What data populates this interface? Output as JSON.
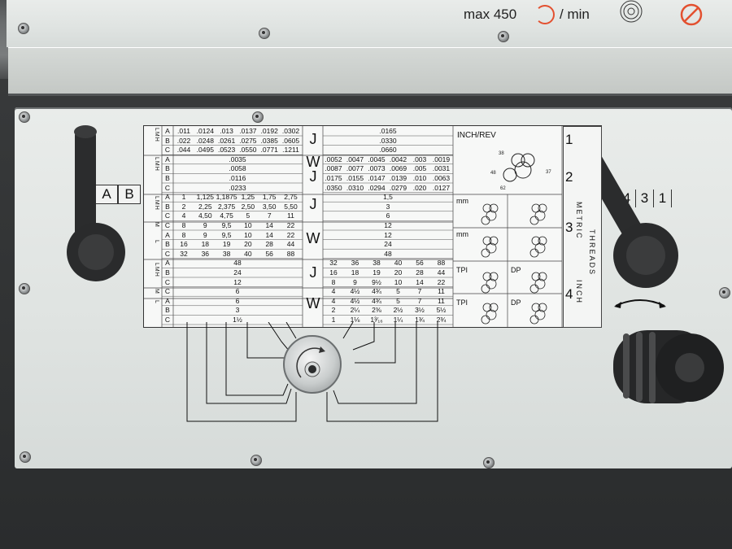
{
  "speed": {
    "prefix": "max 450",
    "unit": "/ min"
  },
  "lever_left": {
    "letters": [
      "A",
      "B"
    ]
  },
  "lever_right": {
    "numbers": [
      "4",
      "3",
      "1"
    ]
  },
  "gear_nums": [
    "1",
    "2",
    "3",
    "4"
  ],
  "gear_labels": {
    "metric": "METRIC",
    "threads": "THREADS",
    "inch": "INCH"
  },
  "inch_rev": "INCH/REV",
  "units": {
    "mm": "mm",
    "tpi": "TPI",
    "dp": "DP"
  },
  "left_table": {
    "groups": [
      "LMH",
      "LMH",
      "LMH",
      "M",
      "L",
      "LMH",
      "M",
      "L"
    ],
    "rows": [
      [
        "A",
        ".011",
        ".0124",
        ".013",
        ".0137",
        ".0192",
        ".0302"
      ],
      [
        "B",
        ".022",
        ".0248",
        ".0261",
        ".0275",
        ".0385",
        ".0605"
      ],
      [
        "C",
        ".044",
        ".0495",
        ".0523",
        ".0550",
        ".0771",
        ".1211"
      ],
      [
        "A",
        ".0035"
      ],
      [
        "B",
        ".0058"
      ],
      [
        "B",
        ".0116"
      ],
      [
        "C",
        ".0233"
      ],
      [
        "A",
        "1",
        "1,125",
        "1,1875",
        "1,25",
        "1,75",
        "2,75"
      ],
      [
        "B",
        "2",
        "2,25",
        "2,375",
        "2,50",
        "3,50",
        "5,50"
      ],
      [
        "C",
        "4",
        "4,50",
        "4,75",
        "5",
        "7",
        "11"
      ],
      [
        "C",
        "8",
        "9",
        "9,5",
        "10",
        "14",
        "22"
      ],
      [
        "A",
        "8",
        "9",
        "9,5",
        "10",
        "14",
        "22"
      ],
      [
        "B",
        "16",
        "18",
        "19",
        "20",
        "28",
        "44"
      ],
      [
        "C",
        "32",
        "36",
        "38",
        "40",
        "56",
        "88"
      ],
      [
        "A",
        "48"
      ],
      [
        "B",
        "24"
      ],
      [
        "C",
        "12"
      ],
      [
        "C",
        "6"
      ],
      [
        "A",
        "6"
      ],
      [
        "B",
        "3"
      ],
      [
        "C",
        "1½"
      ]
    ]
  },
  "mid_letters": [
    "J",
    "W",
    "J",
    "J",
    "W",
    "J",
    "W"
  ],
  "right_table": {
    "rows": [
      [
        ".0165"
      ],
      [
        ".0330"
      ],
      [
        ".0660"
      ],
      [
        ".0052",
        ".0047",
        ".0045",
        ".0042",
        ".003",
        ".0019"
      ],
      [
        ".0087",
        ".0077",
        ".0073",
        ".0069",
        ".005",
        ".0031"
      ],
      [
        ".0175",
        ".0155",
        ".0147",
        ".0139",
        ".010",
        ".0063"
      ],
      [
        ".0350",
        ".0310",
        ".0294",
        ".0279",
        ".020",
        ".0127"
      ],
      [
        "1,5"
      ],
      [
        "3"
      ],
      [
        "6"
      ],
      [
        "12"
      ],
      [
        "12"
      ],
      [
        "24"
      ],
      [
        "48"
      ],
      [
        "32",
        "36",
        "38",
        "40",
        "56",
        "88"
      ],
      [
        "16",
        "18",
        "19",
        "20",
        "28",
        "44"
      ],
      [
        "8",
        "9",
        "9½",
        "10",
        "14",
        "22"
      ],
      [
        "4",
        "4½",
        "4¾",
        "5",
        "7",
        "11"
      ],
      [
        "4",
        "4½",
        "4¾",
        "5",
        "7",
        "11"
      ],
      [
        "2",
        "2¼",
        "2⅜",
        "2½",
        "3½",
        "5½"
      ],
      [
        "1",
        "1⅛",
        "1³⁄₁₆",
        "1¼",
        "1¾",
        "2¾"
      ]
    ]
  },
  "colors": {
    "accent_red": "#e3502f",
    "plate": "#e2e6e4",
    "ink": "#111111"
  }
}
